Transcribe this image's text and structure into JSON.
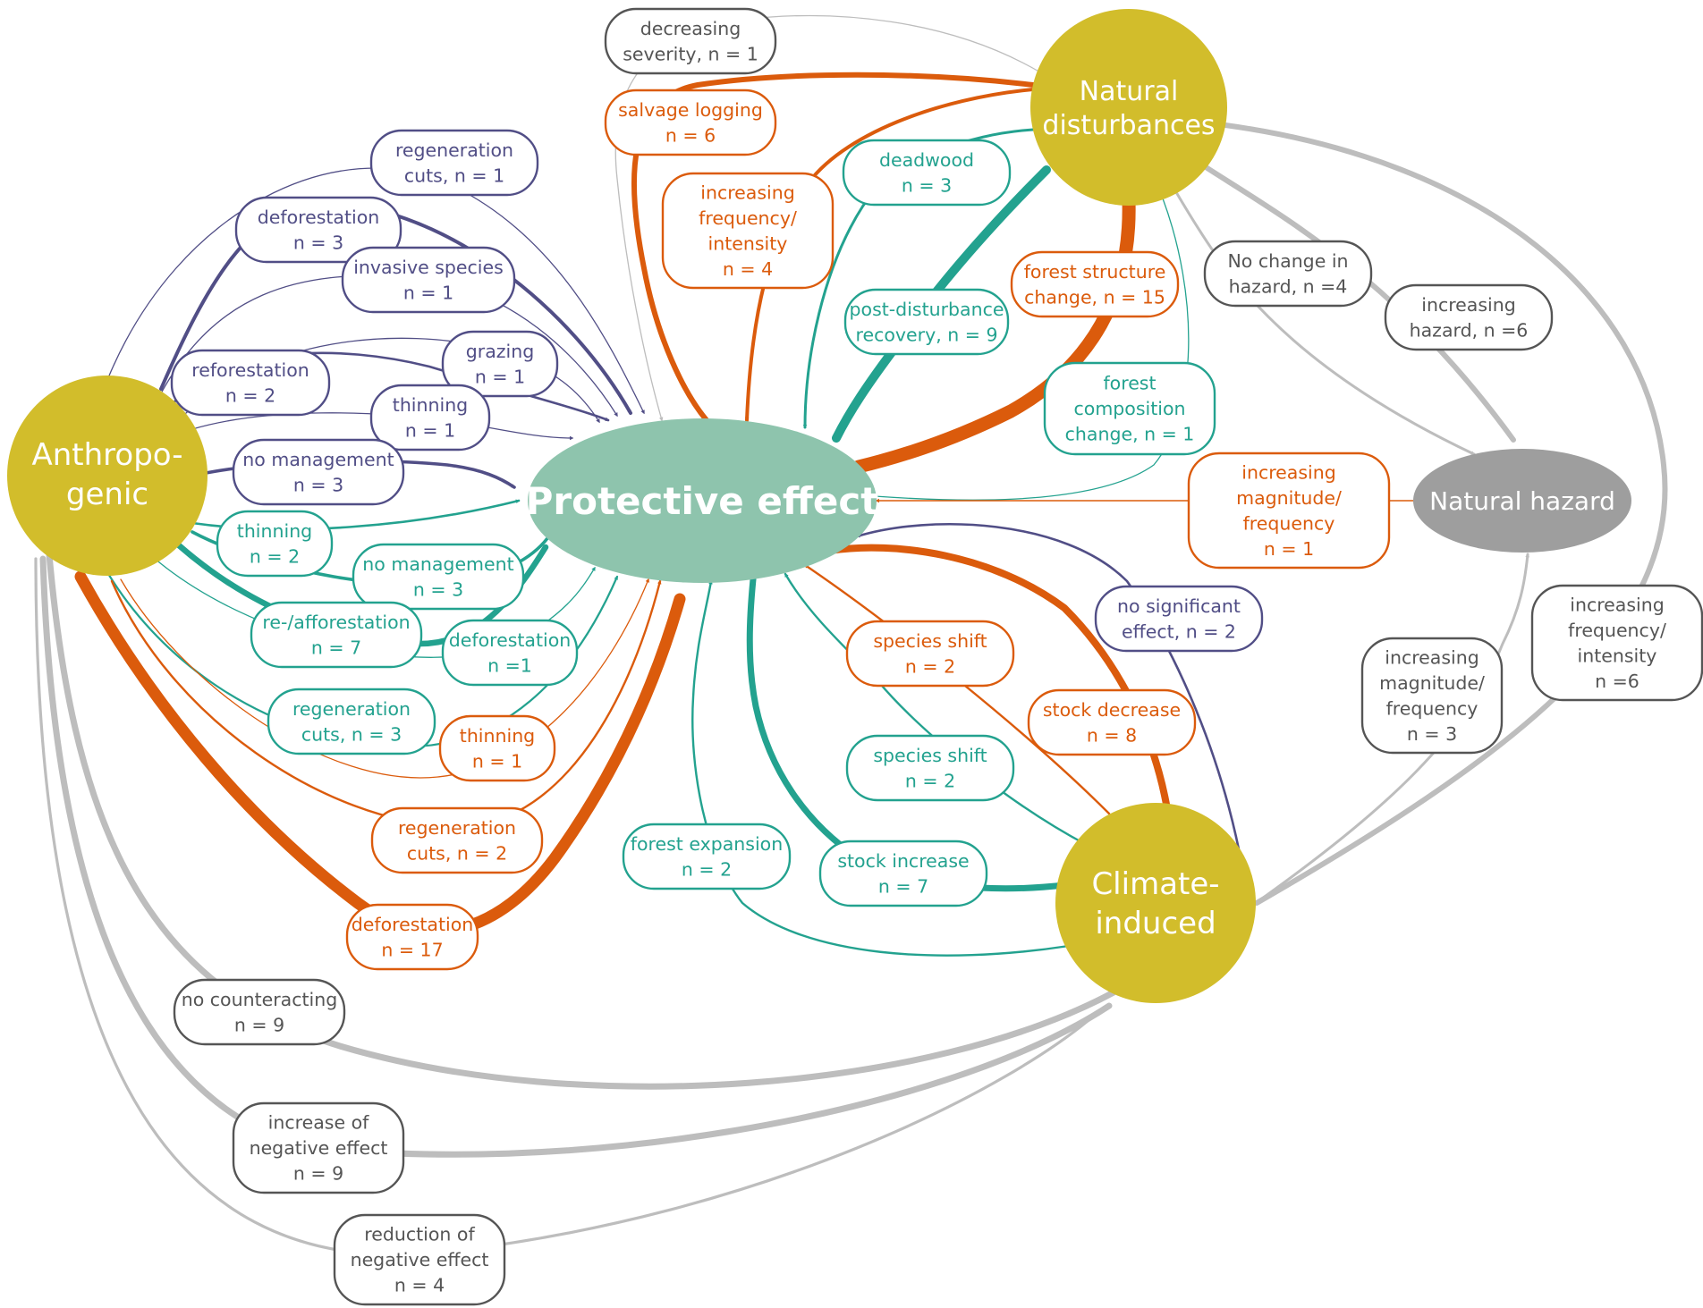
{
  "colors": {
    "anthropogenic": "#514e86",
    "green": "#23a28f",
    "orange": "#db5b0c",
    "gray": "#bdbdbd",
    "node_gold": "#d2bd2b",
    "node_green": "#8ec4ad",
    "node_gray": "#9e9e9e",
    "label_dark": "#555555"
  },
  "nodes": {
    "protective": "Protective effect",
    "natural_hazard": "Natural hazard",
    "natural_disturbances": [
      "Natural",
      "disturbances"
    ],
    "anthropogenic": [
      "Anthropo-",
      "genic"
    ],
    "climate_induced": [
      "Climate-",
      "induced"
    ]
  },
  "labels": {
    "regen_cuts_1_purple": [
      "regeneration",
      "cuts, n = 1"
    ],
    "deforestation_3": [
      "deforestation",
      "n = 3"
    ],
    "invasive_species": [
      "invasive species",
      "n = 1"
    ],
    "reforestation_2": [
      "reforestation",
      "n = 2"
    ],
    "grazing": [
      "grazing",
      "n = 1"
    ],
    "thinning_1_purple": [
      "thinning",
      "n = 1"
    ],
    "no_management_3_purple": [
      "no management",
      "n = 3"
    ],
    "thinning_2_green": [
      "thinning",
      "n = 2"
    ],
    "no_management_3_green": [
      "no management",
      "n = 3"
    ],
    "reafforestation_7": [
      "re-/afforestation",
      "n = 7"
    ],
    "deforestation_1_green": [
      "deforestation",
      "n =1"
    ],
    "regen_cuts_3_green": [
      "regeneration",
      "cuts, n = 3"
    ],
    "thinning_1_orange": [
      "thinning",
      "n = 1"
    ],
    "regen_cuts_2_orange": [
      "regeneration",
      "cuts, n = 2"
    ],
    "deforestation_17": [
      "deforestation",
      "n = 17"
    ],
    "decreasing_severity": [
      "decreasing",
      "severity, n = 1"
    ],
    "salvage_logging": [
      "salvage logging",
      "n = 6"
    ],
    "increasing_freq_intensity_4": [
      "increasing",
      "frequency/",
      "intensity",
      "n = 4"
    ],
    "deadwood": [
      "deadwood",
      "n = 3"
    ],
    "post_disturbance": [
      "post-disturbance",
      "recovery, n = 9"
    ],
    "forest_structure": [
      "forest structure",
      "change, n = 15"
    ],
    "forest_composition": [
      "forest",
      "composition",
      "change, n = 1"
    ],
    "no_change_hazard": [
      "No change in",
      "hazard,  n =4"
    ],
    "increasing_hazard": [
      "increasing",
      "hazard,  n =6"
    ],
    "increasing_mag_freq_1": [
      "increasing",
      "magnitude/",
      "frequency",
      "n = 1"
    ],
    "no_significant": [
      "no significant",
      "effect, n = 2"
    ],
    "species_shift_orange": [
      "species shift",
      "n = 2"
    ],
    "stock_decrease": [
      "stock decrease",
      "n = 8"
    ],
    "species_shift_green": [
      "species shift",
      "n = 2"
    ],
    "stock_increase": [
      "stock increase",
      "n = 7"
    ],
    "forest_expansion": [
      "forest expansion",
      "n = 2"
    ],
    "increasing_mag_freq_3": [
      "increasing",
      "magnitude/",
      "frequency",
      "n = 3"
    ],
    "increasing_freq_intensity_6": [
      "increasing",
      "frequency/",
      "intensity",
      "n =6"
    ],
    "no_counteracting": [
      "no counteracting",
      "n = 9"
    ],
    "increase_negative": [
      "increase of",
      "negative effect",
      "n = 9"
    ],
    "reduction_negative": [
      "reduction of",
      "negative effect",
      "n = 4"
    ]
  }
}
